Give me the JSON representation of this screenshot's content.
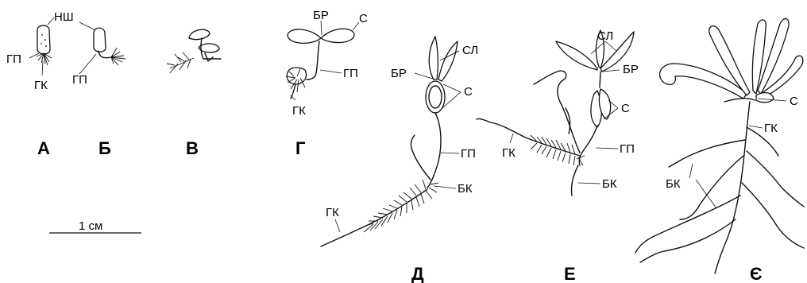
{
  "stages": [
    {
      "letter": "А",
      "labels": {
        "ns": "НШ",
        "gp": "ГП",
        "gk": "ГК"
      }
    },
    {
      "letter": "Б",
      "labels": {
        "gp": "ГП"
      }
    },
    {
      "letter": "В",
      "labels": {}
    },
    {
      "letter": "Г",
      "labels": {
        "br": "БР",
        "s": "С",
        "gp": "ГП",
        "gk": "ГК"
      }
    },
    {
      "letter": "Д",
      "labels": {
        "sl": "СЛ",
        "br": "БР",
        "s": "С",
        "gp": "ГП",
        "bk": "БК",
        "gk": "ГК"
      }
    },
    {
      "letter": "Е",
      "labels": {
        "sl": "СЛ",
        "br": "БР",
        "s": "С",
        "gp": "ГП",
        "gk": "ГК",
        "bk": "БК"
      }
    },
    {
      "letter": "Є",
      "labels": {
        "s": "С",
        "gk": "ГК",
        "bk": "БК"
      }
    }
  ],
  "scale_bar": {
    "label": "1 см"
  }
}
